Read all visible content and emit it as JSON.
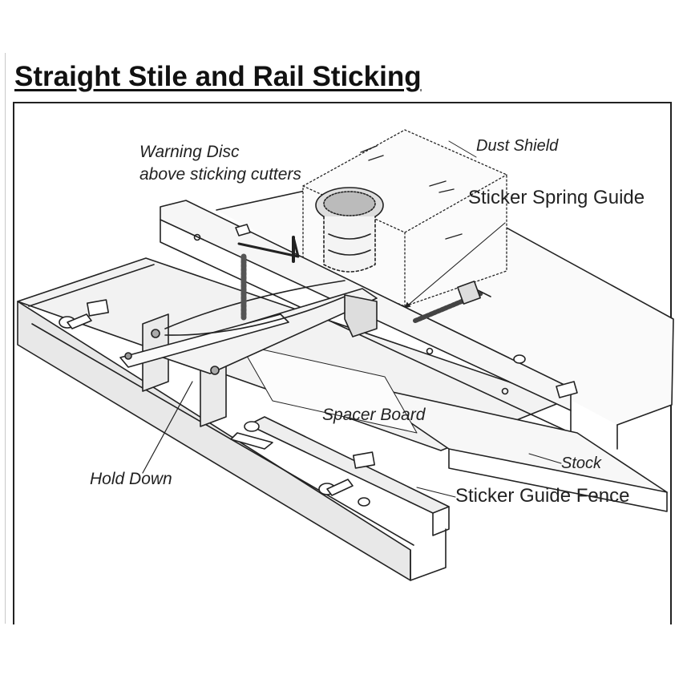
{
  "page": {
    "title": "Straight Stile and Rail Sticking"
  },
  "diagram": {
    "labels": {
      "warning_disc_line1": "Warning Disc",
      "warning_disc_line2": "above sticking cutters",
      "dust_shield": "Dust Shield",
      "sticker_spring_guide": "Sticker Spring Guide",
      "spacer_board": "Spacer Board",
      "hold_down": "Hold Down",
      "stock": "Stock",
      "sticker_guide_fence": "Sticker Guide Fence"
    }
  }
}
